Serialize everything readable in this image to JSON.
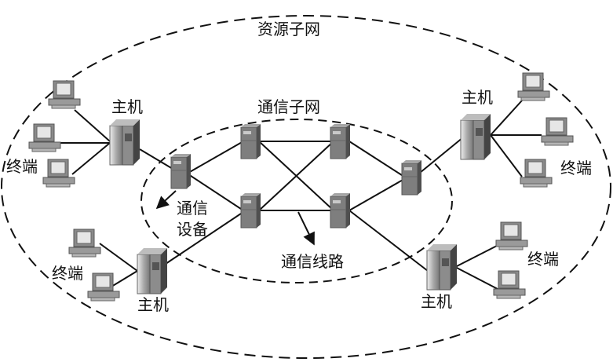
{
  "labels": {
    "resource_subnet": "资源子网",
    "comm_subnet": "通信子网",
    "host": "主机",
    "terminal": "终端",
    "comm_device_line1": "通信",
    "comm_device_line2": "设备",
    "comm_line": "通信线路"
  },
  "colors": {
    "line": "#111111",
    "device_body": "#808080",
    "monitor_screen": "#e6e6e6"
  }
}
